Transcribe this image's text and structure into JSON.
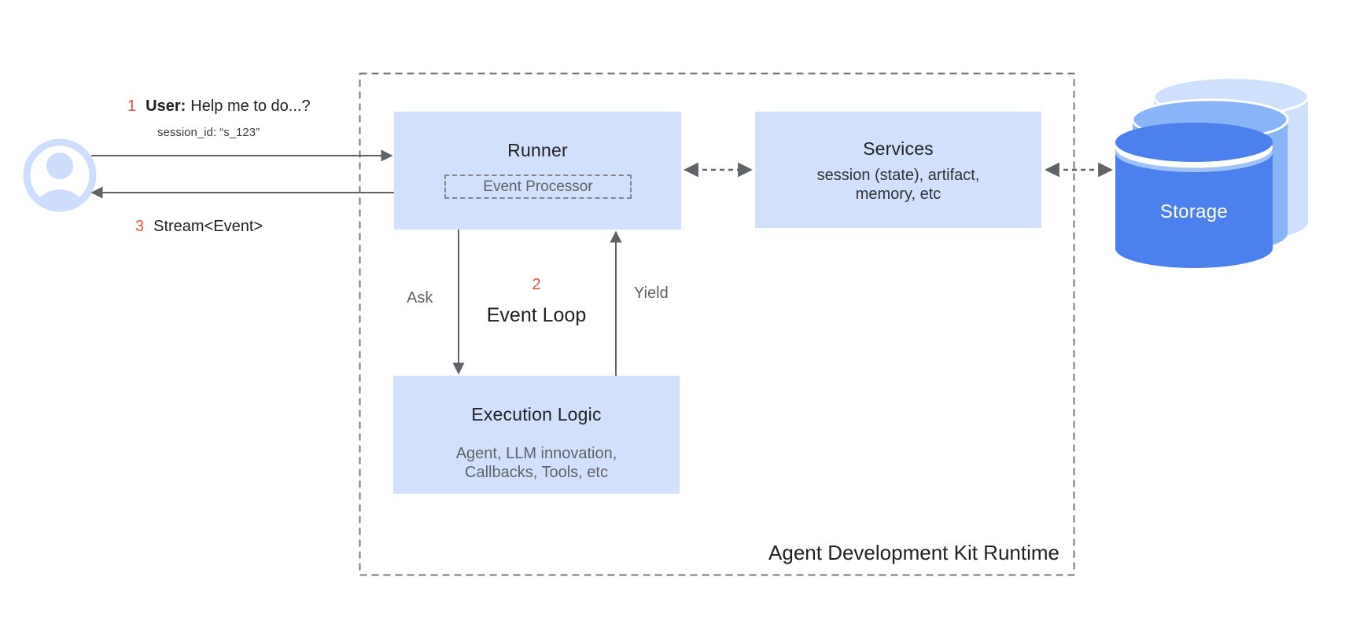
{
  "colors": {
    "box_fill": "#d3e0fc",
    "accent_red": "#e25544",
    "arrow_gray": "#5f6368",
    "dashed_border_gray": "#74787d",
    "text_dark": "#202124",
    "text_gray": "#5f6368",
    "user_icon_blue": "#cdddfb",
    "storage_front_blue": "#4c80ed",
    "storage_middle_blue": "#8ab4f8",
    "storage_back_blue": "#cfe0fc"
  },
  "left_flow": {
    "step1_number": "1",
    "step1_speaker": "User:",
    "step1_message": "Help me to do...?",
    "session_line": "session_id: “s_123”",
    "step3_number": "3",
    "step3_message": "Stream<Event>"
  },
  "runtime": {
    "frame_label": "Agent Development Kit Runtime",
    "runner": {
      "title": "Runner",
      "event_processor": "Event Processor"
    },
    "services": {
      "title": "Services",
      "subtitle_line1": "session (state), artifact,",
      "subtitle_line2": "memory, etc"
    },
    "event_loop": {
      "step_number": "2",
      "title": "Event Loop",
      "ask_label": "Ask",
      "yield_label": "Yield"
    },
    "execution_logic": {
      "title": "Execution Logic",
      "subtitle_line1": "Agent, LLM innovation,",
      "subtitle_line2": "Callbacks, Tools, etc"
    }
  },
  "storage": {
    "label": "Storage"
  }
}
